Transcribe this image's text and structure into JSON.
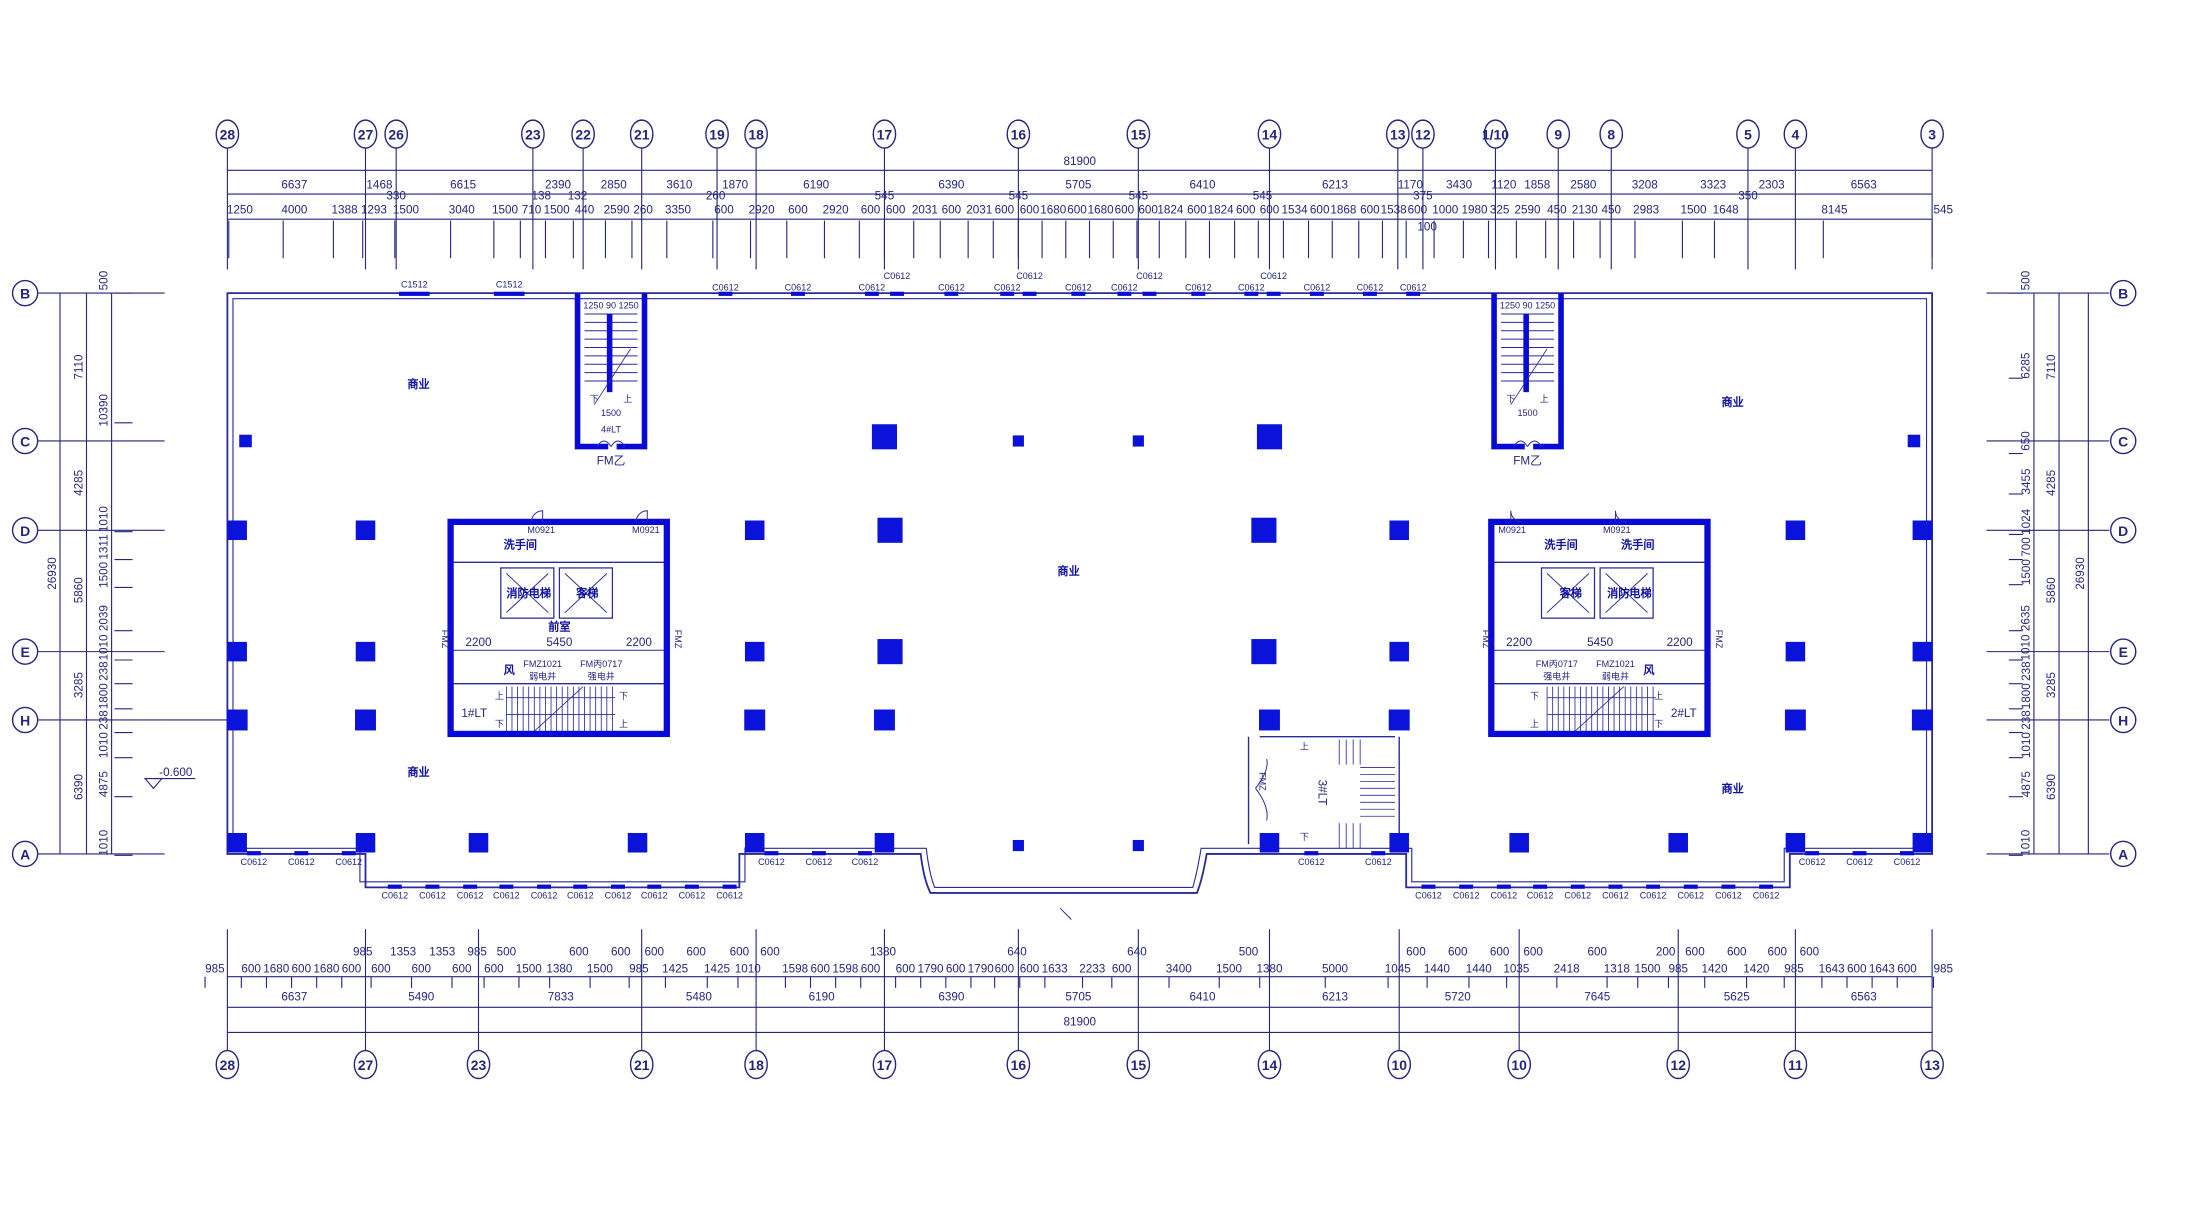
{
  "drawing": {
    "colors": {
      "dim": "#25257f",
      "wall": "#0a0ad8",
      "column": "#0b12d9",
      "thin": "#2a2a9a"
    },
    "top_axes": [
      "28",
      "27",
      "26",
      "23",
      "22",
      "21",
      "19",
      "18",
      "17",
      "16",
      "15",
      "14",
      "13",
      "12",
      "1/10",
      "9",
      "8",
      "5",
      "4",
      "3"
    ],
    "bottom_axes": [
      "28",
      "27",
      "23",
      "21",
      "18",
      "17",
      "16",
      "15",
      "14",
      "10",
      "10",
      "12",
      "11",
      "13"
    ],
    "row_axes": [
      "B",
      "C",
      "D",
      "E",
      "H",
      "A"
    ],
    "top_dims": {
      "overall": "81900",
      "axis": [
        "6637",
        "1468",
        "6615",
        "2390",
        "2850",
        "3610",
        "1870",
        "6190",
        "6390",
        "5705",
        "6410",
        "6213",
        "1170",
        "3430",
        "1120",
        "1858",
        "2580",
        "3208",
        "3323",
        "2303",
        "6563"
      ],
      "detail": [
        "1250",
        "4000",
        "1388",
        "1293",
        "1500",
        "3040",
        "1500",
        "710",
        "1500",
        "440",
        "2590",
        "260",
        "3350",
        "600",
        "2920",
        "600",
        "2920",
        "600",
        "600",
        "2031",
        "600",
        "2031",
        "600",
        "600",
        "1680",
        "600",
        "1680",
        "600",
        "600",
        "1824",
        "600",
        "1824",
        "600",
        "600",
        "1534",
        "600",
        "1868",
        "600",
        "1538",
        "600",
        "1000",
        "1980",
        "325",
        "2590",
        "450",
        "2130",
        "450",
        "2983",
        "1500",
        "1648",
        "8145",
        "545"
      ],
      "detail_upper": [
        "330",
        "138",
        "132",
        "260",
        "545",
        "545",
        "545",
        "545",
        "375",
        "100",
        "350"
      ]
    },
    "bottom_dims": {
      "overall": "81900",
      "axis": [
        "6637",
        "5490",
        "7833",
        "5480",
        "6190",
        "6390",
        "5705",
        "6410",
        "6213",
        "5720",
        "7645",
        "5625",
        "6563"
      ],
      "detail": [
        "985",
        "600",
        "1680",
        "600",
        "1680",
        "600",
        "600",
        "600",
        "600",
        "600",
        "1500",
        "1380",
        "1500",
        "985",
        "1425",
        "1425",
        "1010",
        "1598",
        "600",
        "1598",
        "600",
        "600",
        "1790",
        "600",
        "1790",
        "600",
        "600",
        "1633",
        "2233",
        "600",
        "3400",
        "1500",
        "1380",
        "5000",
        "1045",
        "1440",
        "1440",
        "1035",
        "2418",
        "1318",
        "1500",
        "985",
        "1420",
        "1420",
        "985",
        "1643",
        "600",
        "1643",
        "600",
        "985"
      ],
      "detail_upper": [
        "985",
        "1353",
        "1353",
        "985",
        "500",
        "600",
        "600",
        "600",
        "600",
        "600",
        "600",
        "1380",
        "640",
        "640",
        "500",
        "600",
        "600",
        "600",
        "600",
        "600",
        "200",
        "600",
        "600",
        "600",
        "600"
      ]
    },
    "left_dims": {
      "overall": "26930",
      "axis": [
        "7110",
        "4285",
        "5860",
        "3285",
        "6390"
      ],
      "detail": [
        "500",
        "10390",
        "1010",
        "1311",
        "1500",
        "2039",
        "1010",
        "238",
        "1800",
        "238",
        "1010",
        "4875",
        "1010"
      ]
    },
    "right_dims": {
      "overall": "26930",
      "axis": [
        "7110",
        "4285",
        "5860",
        "3285",
        "6390"
      ],
      "detail": [
        "500",
        "6285",
        "650",
        "3455",
        "1024",
        "700",
        "1500",
        "2635",
        "1010",
        "238",
        "1800",
        "238",
        "1010",
        "4875",
        "1010"
      ]
    },
    "elevation": "-0.600",
    "rooms": {
      "commercial": "商业",
      "washroom": "洗手间",
      "fire_elevator": "消防电梯",
      "passenger_elevator": "客梯",
      "lobby": "前室",
      "air_shaft": "风",
      "weak_shaft_door": "FMZ1021",
      "weak_shaft": "弱电井",
      "strong_shaft_door": "FM丙0717",
      "strong_shaft": "强电井",
      "stair_1": "1#LT",
      "stair_2": "2#LT",
      "stair_3": "3#LT",
      "stair_4": "4#LT",
      "fire_door": "FMZ",
      "fire_door_b": "FM乙",
      "door_m0921": "M0921",
      "up": "上",
      "down": "下",
      "core_side": "2200",
      "core_mid": "5450",
      "stair_width": "1250 90 1250",
      "stair_door": "1500"
    },
    "windows": {
      "c1512": "C1512",
      "c0612": "C0612"
    }
  }
}
